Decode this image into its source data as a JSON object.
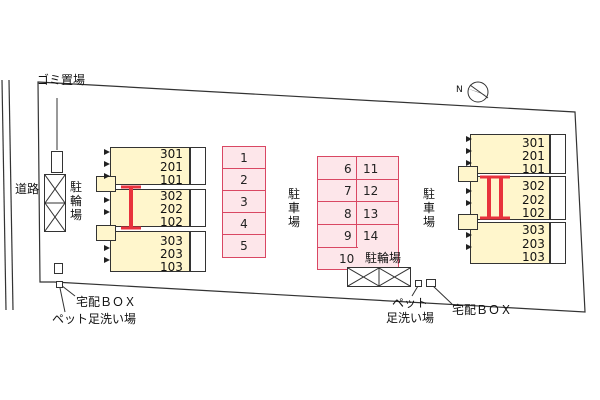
{
  "labels": {
    "garbage": "ゴミ置場",
    "road": "道路",
    "bike_parking_left": "駐輪場",
    "parking_center": "駐車場",
    "parking_right": "駐車場",
    "bike_parking_bottom": "駐輪場",
    "delivery_box_left": "宅配ＢＯＸ",
    "pet_wash_left": "ペット足洗い場",
    "pet_wash_right_line1": "ペット",
    "pet_wash_right_line2": "足洗い場",
    "delivery_box_right": "宅配ＢＯＸ",
    "compass": "N"
  },
  "building_I": {
    "roman": "I",
    "rows": [
      [
        "301",
        "201",
        "101"
      ],
      [
        "302",
        "202",
        "102"
      ],
      [
        "303",
        "203",
        "103"
      ]
    ]
  },
  "building_II": {
    "roman": "II",
    "rows": [
      [
        "301",
        "201",
        "101"
      ],
      [
        "302",
        "202",
        "102"
      ],
      [
        "303",
        "203",
        "103"
      ]
    ]
  },
  "parking_left": [
    "1",
    "2",
    "3",
    "4",
    "5"
  ],
  "parking_mid_col1": [
    "6",
    "7",
    "8",
    "9",
    "10"
  ],
  "parking_mid_col2": [
    "11",
    "12",
    "13",
    "14"
  ],
  "colors": {
    "building_fill": "#fff6cc",
    "parking_fill": "#fde6ea",
    "parking_border": "#d94763",
    "roman_numeral": "#e8323c"
  }
}
